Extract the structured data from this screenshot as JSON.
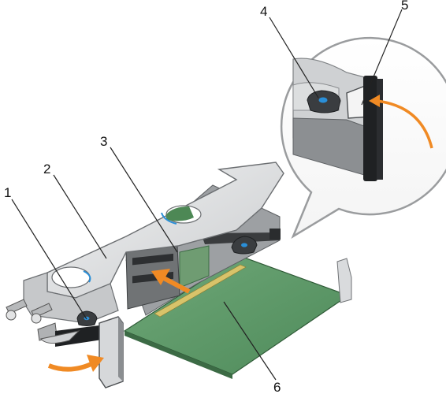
{
  "callouts": [
    {
      "id": "1",
      "label": "1"
    },
    {
      "id": "2",
      "label": "2"
    },
    {
      "id": "3",
      "label": "3"
    },
    {
      "id": "4",
      "label": "4"
    },
    {
      "id": "5",
      "label": "5"
    },
    {
      "id": "6",
      "label": "6"
    }
  ],
  "colors": {
    "card_green": "#5f9a6a",
    "card_green_dark": "#3f7048",
    "metal_light": "#e4e5e6",
    "metal_mid": "#b9bbbd",
    "metal_dark": "#6f7275",
    "touchpoint_blue": "#2a8fd8",
    "arrow_orange": "#f08a24",
    "leader_line": "#222222"
  },
  "icons": [
    "release-latch-icon",
    "blue-touchpoint-icon",
    "orange-motion-arrow-icon",
    "magnifier-callout-icon"
  ]
}
